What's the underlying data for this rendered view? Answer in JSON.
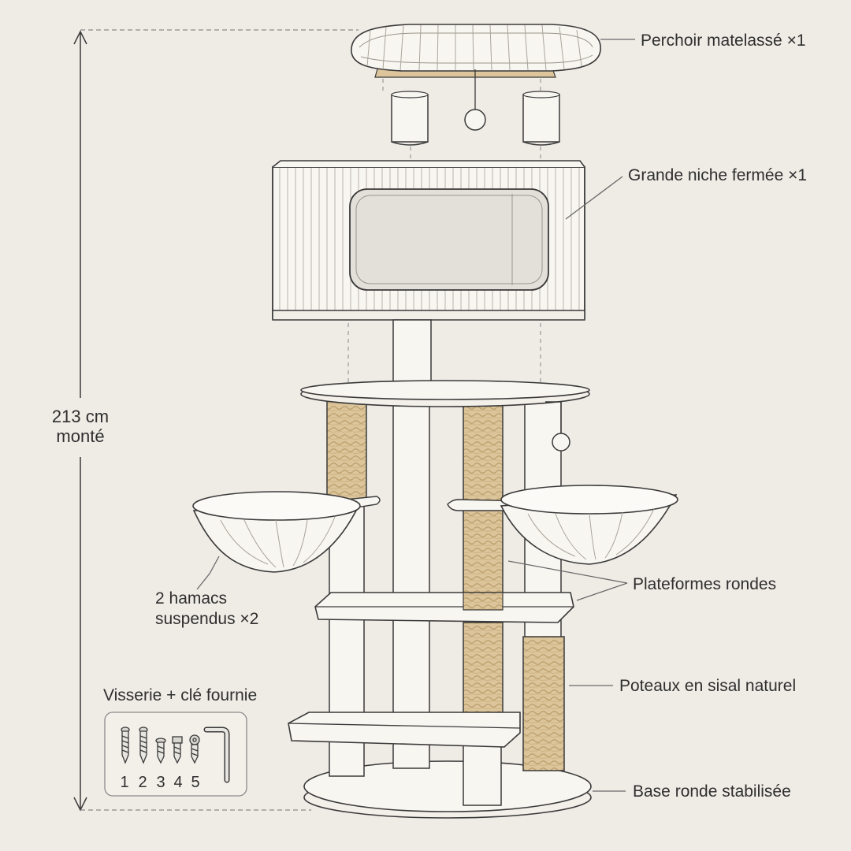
{
  "dimension": {
    "value": "213 cm",
    "note": "monté"
  },
  "labels": {
    "perch": "Perchoir matelassé ×1",
    "condo": "Grande niche fermée ×1",
    "platforms": "Plateformes rondes",
    "hammocks_line1": "2 hamacs",
    "hammocks_line2": "suspendus ×2",
    "sisal": "Poteaux en sisal naturel",
    "base": "Base ronde stabilisée"
  },
  "hardware": {
    "title": "Visserie + clé fournie",
    "numbers": [
      "1",
      "2",
      "3",
      "4",
      "5"
    ]
  },
  "colors": {
    "background": "#efece6",
    "line": "#3a3a3a",
    "fabric": "#f8f6f1",
    "sisal": "#dcc59b"
  }
}
